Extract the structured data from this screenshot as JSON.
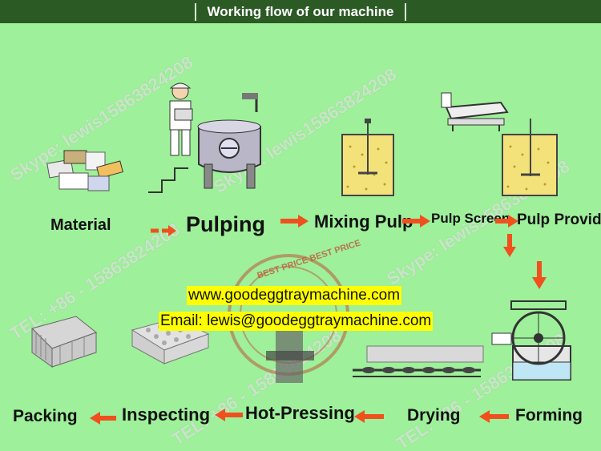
{
  "header": {
    "title": "Working flow of our machine"
  },
  "steps": {
    "material": "Material",
    "pulping": "Pulping",
    "mixing_pulp": "Mixing Pulp",
    "pulp_screen": "Pulp Screen",
    "pulp_provide": "Pulp Provide",
    "forming": "Forming",
    "drying": "Drying",
    "hot_pressing": "Hot-Pressing",
    "inspecting": "Inspecting",
    "packing": "Packing"
  },
  "contact": {
    "website": "www.goodeggtraymachine.com",
    "email": "Email: lewis@goodeggtraymachine.com"
  },
  "watermarks": {
    "skype": "Skype: lewis15863824208",
    "tel": "TEL: +86 - 15863824208"
  },
  "stamp": {
    "text": "BEST PRICE BEST PRICE"
  },
  "colors": {
    "background": "#9ef09a",
    "header": "#2b5a25",
    "arrow": "#f0501e",
    "highlight": "#ffff00"
  }
}
